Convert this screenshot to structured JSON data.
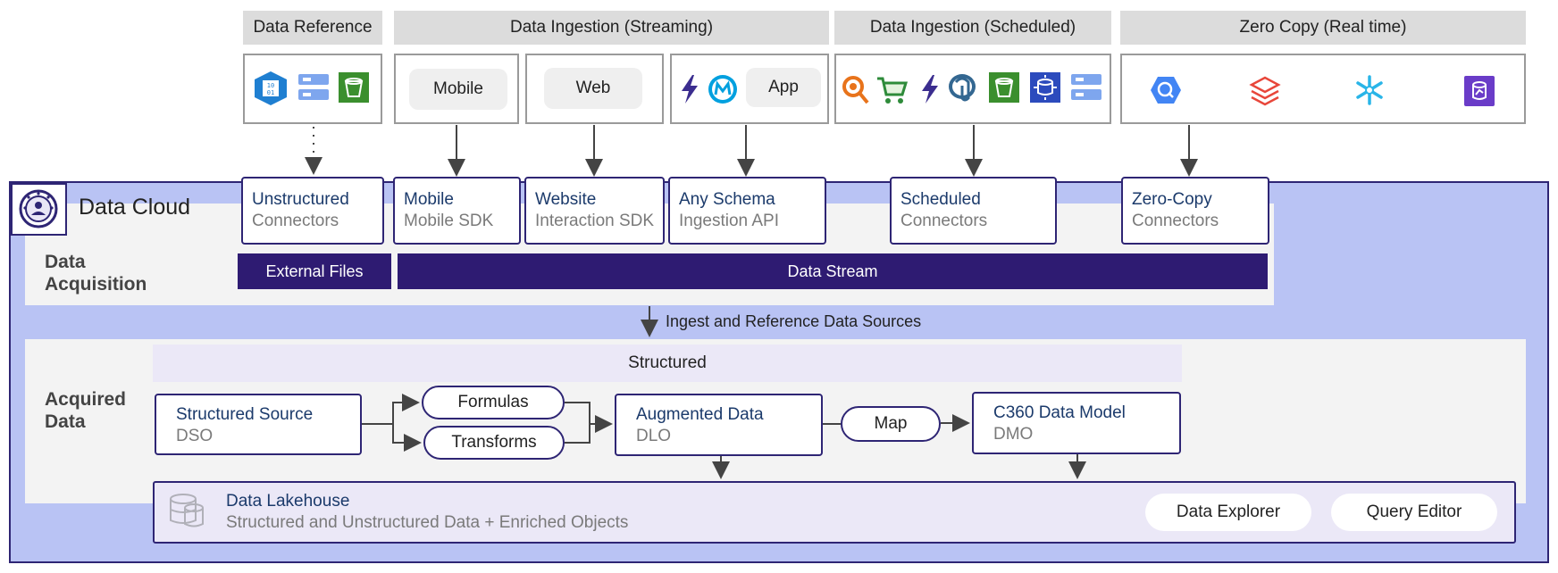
{
  "sources": {
    "data_reference": "Data Reference",
    "streaming": "Data Ingestion (Streaming)",
    "scheduled": "Data Ingestion (Scheduled)",
    "zero_copy": "Zero Copy (Real time)",
    "mobile_pill": "Mobile",
    "web_pill": "Web",
    "app_pill": "App"
  },
  "cloud": {
    "title": "Data Cloud"
  },
  "acquisition": {
    "label_line1": "Data",
    "label_line2": "Acquisition",
    "connectors": [
      {
        "title": "Unstructured",
        "subtitle": "Connectors"
      },
      {
        "title": "Mobile",
        "subtitle": "Mobile SDK"
      },
      {
        "title": "Website",
        "subtitle": "Interaction SDK"
      },
      {
        "title": "Any Schema",
        "subtitle": "Ingestion API"
      },
      {
        "title": "Scheduled",
        "subtitle": "Connectors"
      },
      {
        "title": "Zero-Copy",
        "subtitle": "Connectors"
      }
    ],
    "external_files": "External Files",
    "data_stream": "Data Stream"
  },
  "ingest_label": "Ingest and Reference Data Sources",
  "acquired": {
    "label_line1": "Acquired",
    "label_line2": "Data",
    "structured": "Structured",
    "structured_source": {
      "title": "Structured Source",
      "subtitle": "DSO"
    },
    "formulas": "Formulas",
    "transforms": "Transforms",
    "augmented": {
      "title": "Augmented Data",
      "subtitle": "DLO"
    },
    "map": "Map",
    "c360": {
      "title": "C360 Data Model",
      "subtitle": "DMO"
    }
  },
  "lakehouse": {
    "title": "Data Lakehouse",
    "subtitle": "Structured and Unstructured Data + Enriched Objects",
    "explorer": "Data Explorer",
    "query_editor": "Query Editor"
  },
  "colors": {
    "dark_purple": "#2e1b72",
    "cloud_bg": "#b9c3f4",
    "lake_bg": "#ebe8f7",
    "navy_text": "#1b3a6b"
  },
  "icons": [
    "azure-blob-icon",
    "storage-icon",
    "s3-bucket-icon",
    "lightning-icon",
    "mulesoft-icon",
    "search-icon",
    "cart-icon",
    "lightning-icon",
    "postgres-icon",
    "s3-bucket-icon",
    "database-icon",
    "storage-icon",
    "bigquery-icon",
    "databricks-icon",
    "snowflake-icon",
    "redshift-icon",
    "data-cloud-logo-icon",
    "lakehouse-db-icon"
  ]
}
